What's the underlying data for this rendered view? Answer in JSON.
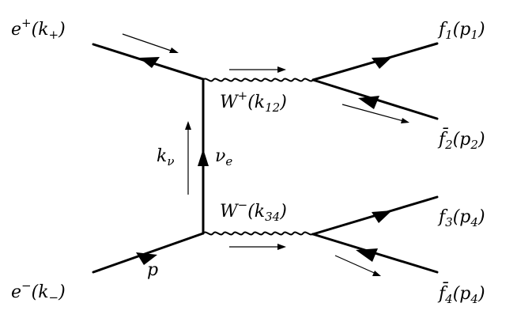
{
  "labels": {
    "eplus": {
      "sym": "e",
      "sup": "+",
      "arg_open": "(",
      "arg_sym": "k",
      "arg_sub": "+",
      "arg_close": ")"
    },
    "eminus": {
      "sym": "e",
      "sup": "−",
      "arg_open": "(",
      "arg_sym": "k",
      "arg_sub": "−",
      "arg_close": ")"
    },
    "f1": {
      "sym": "f",
      "sub": "1",
      "arg_open": "(",
      "arg_sym": "p",
      "arg_sub": "1",
      "arg_close": ")"
    },
    "f2": {
      "sym": "f̄",
      "sub": "2",
      "arg_open": "(",
      "arg_sym": "p",
      "arg_sub": "2",
      "arg_close": ")"
    },
    "f3": {
      "sym": "f",
      "sub": "3",
      "arg_open": "(",
      "arg_sym": "p",
      "arg_sub": "4",
      "arg_close": ")"
    },
    "f4": {
      "sym": "f̄",
      "sub": "4",
      "arg_open": "(",
      "arg_sym": "p",
      "arg_sub": "4",
      "arg_close": ")"
    },
    "wplus": {
      "sym": "W",
      "sup": "+",
      "arg_open": "(",
      "arg_sym": "k",
      "arg_sub": "12",
      "arg_close": ")"
    },
    "wminus": {
      "sym": "W",
      "sup": "−",
      "arg_open": "(",
      "arg_sym": "k",
      "arg_sub": "34",
      "arg_close": ")"
    },
    "knu": {
      "sym": "k",
      "sub": "ν"
    },
    "nue": {
      "sym": "ν",
      "sub": "e"
    },
    "p": {
      "sym": "p"
    }
  }
}
